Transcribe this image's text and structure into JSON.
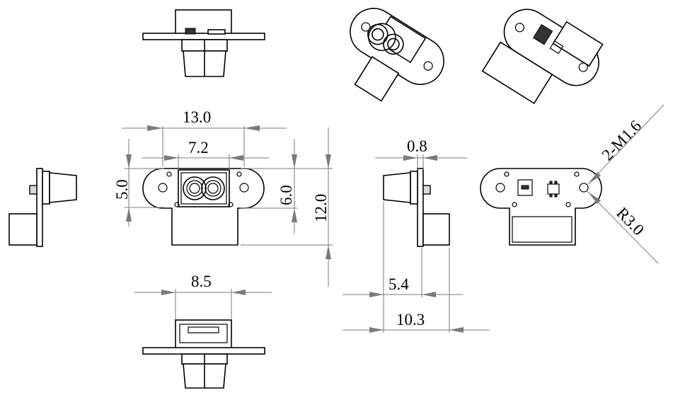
{
  "dimensions": {
    "d_13_0": "13.0",
    "d_7_2": "7.2",
    "d_5_0": "5.0",
    "d_6_0": "6.0",
    "d_12_0": "12.0",
    "d_8_5": "8.5",
    "d_0_8": "0.8",
    "d_5_4": "5.4",
    "d_10_3": "10.3",
    "d_m16": "2-M1.6",
    "d_r30": "R3.0"
  }
}
